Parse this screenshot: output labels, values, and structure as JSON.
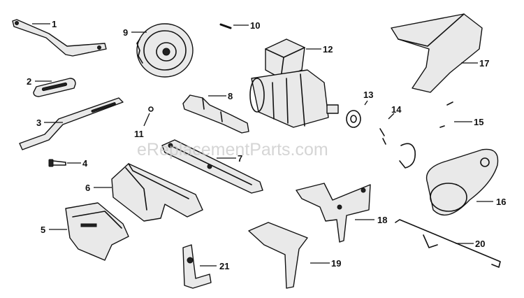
{
  "watermark": "eReplacementParts.com",
  "callouts": [
    "1",
    "2",
    "3",
    "4",
    "5",
    "6",
    "7",
    "8",
    "9",
    "10",
    "11",
    "12",
    "13",
    "14",
    "15",
    "16",
    "17",
    "18",
    "19",
    "20",
    "21"
  ]
}
